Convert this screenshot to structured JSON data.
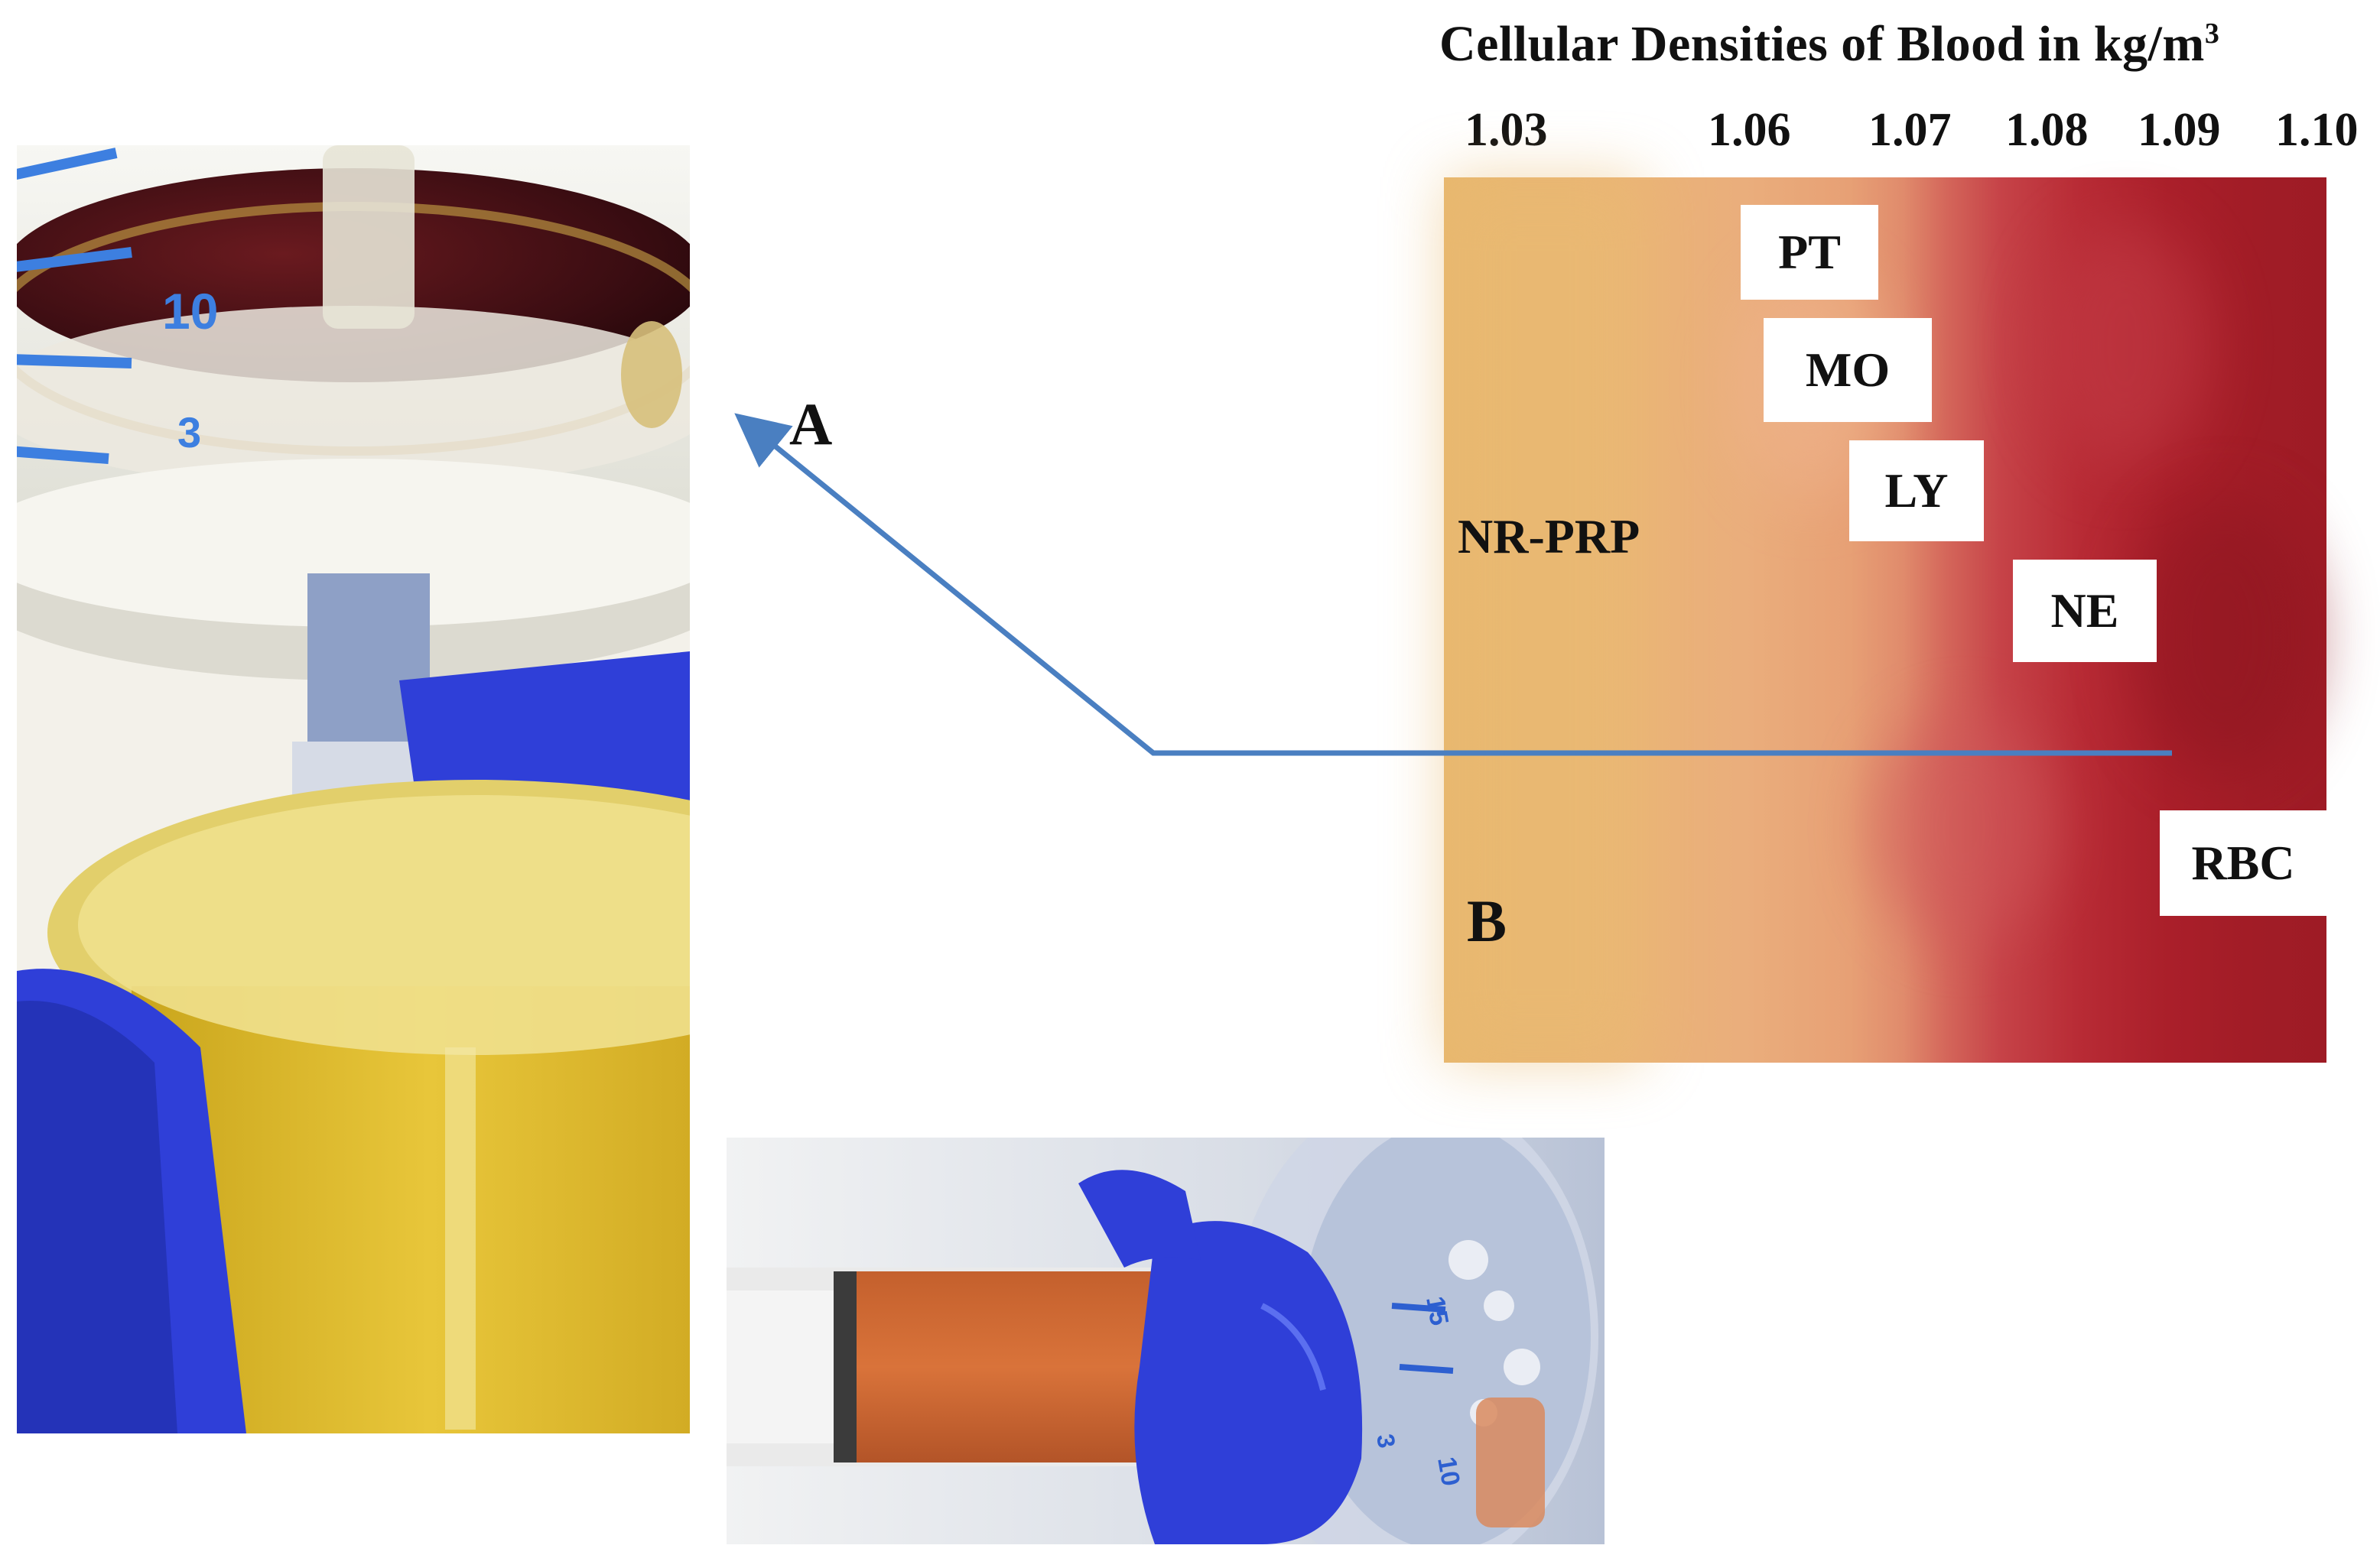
{
  "header": {
    "title": "Cellular Densities of Blood in kg/m",
    "title_sup": "3"
  },
  "density_axis": {
    "ticks": [
      "1.03",
      "1.06",
      "1.07",
      "1.08",
      "1.09",
      "1.10"
    ]
  },
  "cell_types": {
    "pt": "PT",
    "mo": "MO",
    "ly": "LY",
    "ne": "NE",
    "rbc": "RBC",
    "nr_prp": "NR-PRP"
  },
  "panel_letters": {
    "a": "A",
    "b": "B"
  },
  "photo_a": {
    "scale_marks": [
      "10",
      "3"
    ]
  },
  "photo_b": {
    "scale_marks": [
      "15",
      "10",
      "3"
    ]
  },
  "colors": {
    "connector_line": "#4a7fc1",
    "gradient_plasma": "#e8b76e",
    "gradient_rbc": "#9e1b25",
    "glove": "#2f3fd8"
  }
}
